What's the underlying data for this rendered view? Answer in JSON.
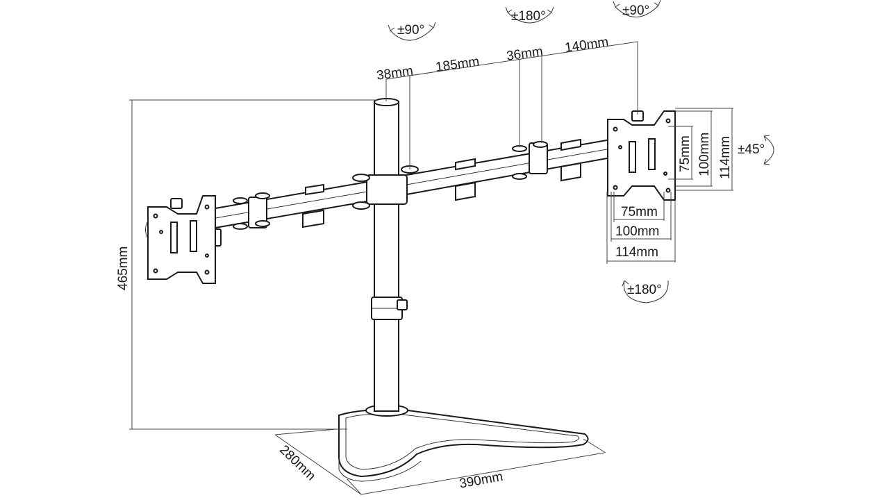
{
  "diagram": {
    "rotations": {
      "left_top": "±90°",
      "center_top": "±180°",
      "right_top": "±90°",
      "tilt": "±45°",
      "bottom_swivel": "±180°"
    },
    "dimensions": {
      "pole_width": "38mm",
      "arm_segment": "185mm",
      "joint": "36mm",
      "arm_end": "140mm",
      "height": "465mm",
      "base_depth": "280mm",
      "base_width": "390mm",
      "vesa_v_75": "75mm",
      "vesa_v_100": "100mm",
      "vesa_v_114": "114mm",
      "vesa_h_75": "75mm",
      "vesa_h_100": "100mm",
      "vesa_h_114": "114mm"
    }
  }
}
